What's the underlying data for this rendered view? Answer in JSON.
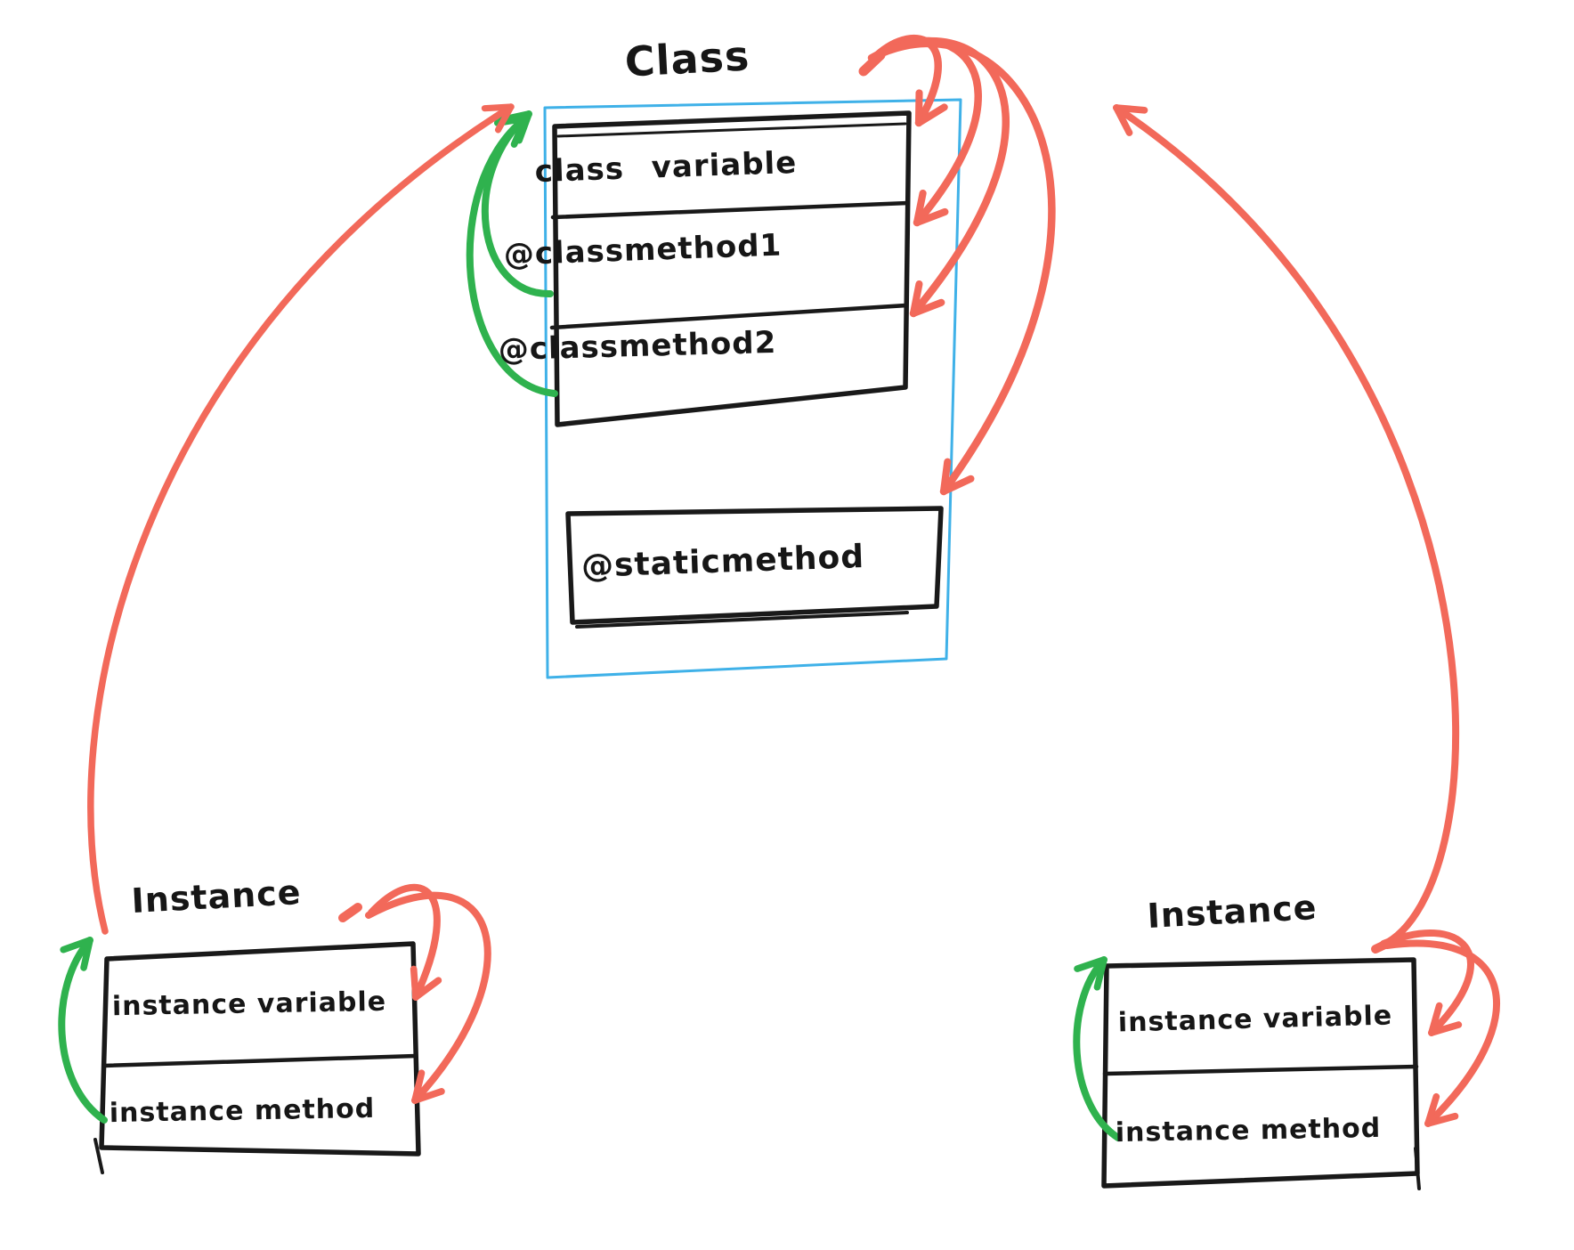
{
  "diagram": {
    "class": {
      "title": "Class",
      "rows": [
        "class variable",
        "@classmethod1",
        "@classmethod2"
      ],
      "static_method_row": "@staticmethod"
    },
    "instance_left": {
      "title": "Instance",
      "rows": [
        "instance variable",
        "instance method"
      ]
    },
    "instance_right": {
      "title": "Instance",
      "rows": [
        "instance variable",
        "instance method"
      ]
    },
    "colors": {
      "access_arrow_red": "#F2695A",
      "self_reference_arrow_green": "#2FB24E",
      "class_outline_blue": "#3FB1E8",
      "ink_black": "#191919"
    },
    "arrows": [
      {
        "color": "red",
        "from": "instance (left)",
        "to": "Class"
      },
      {
        "color": "red",
        "from": "Class (top)",
        "to": "class variable"
      },
      {
        "color": "red",
        "from": "Class (top)",
        "to": "@classmethod1"
      },
      {
        "color": "red",
        "from": "Class (top)",
        "to": "@classmethod2"
      },
      {
        "color": "red",
        "from": "Class (top)",
        "to": "@staticmethod"
      },
      {
        "color": "red",
        "from": "instance (right)",
        "to": "Class"
      },
      {
        "color": "red",
        "from": "instance (left top)",
        "to": "instance variable"
      },
      {
        "color": "red",
        "from": "instance (left top)",
        "to": "instance method"
      },
      {
        "color": "red",
        "from": "instance (right top)",
        "to": "instance variable"
      },
      {
        "color": "red",
        "from": "instance (right top)",
        "to": "instance method"
      },
      {
        "color": "green",
        "from": "@classmethod1",
        "to": "Class"
      },
      {
        "color": "green",
        "from": "@classmethod2",
        "to": "Class"
      },
      {
        "color": "green",
        "from": "instance method (left)",
        "to": "Instance (left)"
      },
      {
        "color": "green",
        "from": "instance method (right)",
        "to": "Instance (right)"
      }
    ]
  }
}
